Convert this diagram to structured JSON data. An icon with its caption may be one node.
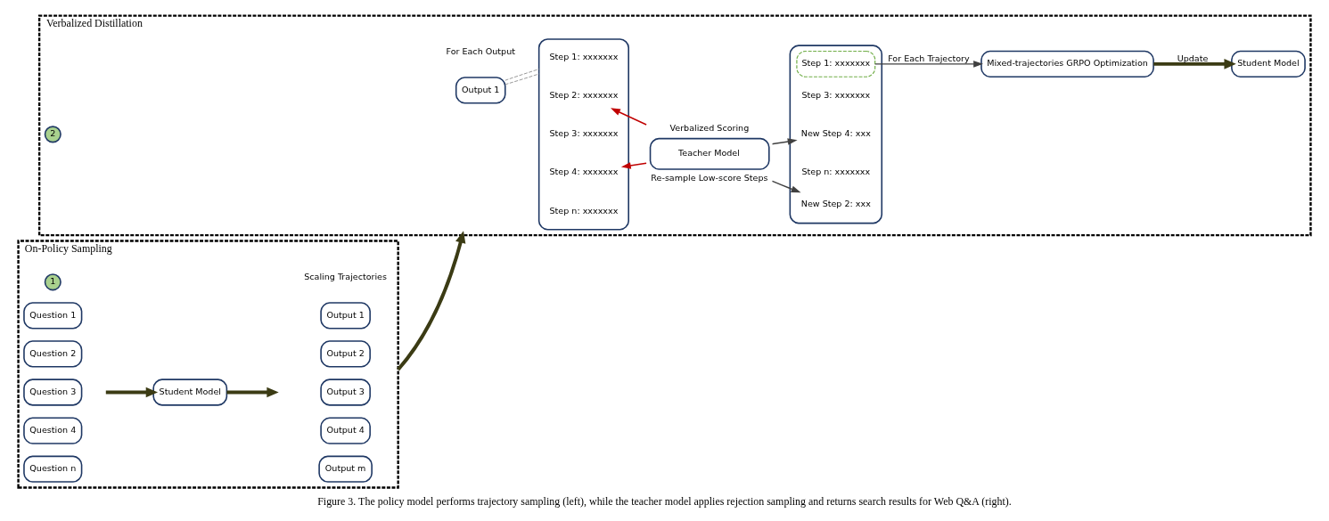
{
  "diagram": {
    "caption": "Figure 3. The policy model performs trajectory sampling (left), while the teacher model applies rejection sampling and returns search results for Web Q&A (right).",
    "nodes": [
      {
        "text": [
          "On-Policy Sampling"
        ]
      },
      {
        "text": [
          "1"
        ],
        "in": 0
      },
      {
        "text": [
          "Question 1"
        ],
        "in": 0
      },
      {
        "text": [
          "Question 2"
        ],
        "in": 0
      },
      {
        "text": [
          "Question 3"
        ],
        "in": 0
      },
      {
        "text": [
          "Question 4"
        ],
        "in": 0
      },
      {
        "text": [
          "Question n"
        ],
        "in": 0
      },
      {
        "text": [
          "Student Model"
        ],
        "in": 0
      },
      {
        "text": [
          "Output 1"
        ],
        "in": 0
      },
      {
        "text": [
          "Output 2"
        ],
        "in": 0
      },
      {
        "text": [
          "Output 3"
        ],
        "in": 0
      },
      {
        "text": [
          "Output 4"
        ],
        "in": 0
      },
      {
        "text": [
          "Output m"
        ],
        "in": 0
      },
      {
        "text": [
          "Verbalized Distillation"
        ]
      },
      {
        "text": [
          "2"
        ],
        "in": 13
      },
      {
        "text": [
          "Output 1"
        ],
        "in": 13
      },
      {
        "text": [],
        "shape": "box",
        "in": 13
      },
      {
        "text": [
          "Step 1: xxxxxxx"
        ],
        "in": 16
      },
      {
        "text": [
          "Step 2: xxxxxxx"
        ],
        "in": 16
      },
      {
        "text": [
          "Step 3: xxxxxxx"
        ],
        "in": 16
      },
      {
        "text": [
          "Step 4: xxxxxxx"
        ],
        "in": 16
      },
      {
        "text": [
          "Step n: xxxxxxx"
        ],
        "in": 16
      },
      {
        "text": [
          "Teacher Model"
        ],
        "beside": [
          "Verbalized Scoring",
          "Re-sample Low-score Steps"
        ],
        "in": 13
      },
      {
        "text": [],
        "shape": "box",
        "in": 13
      },
      {
        "text": [
          "Step 1: xxxxxxx"
        ],
        "in": 23
      },
      {
        "text": [
          "New Step 2: xxx"
        ],
        "in": 23
      },
      {
        "text": [
          "Step 3: xxxxxxx"
        ],
        "in": 23
      },
      {
        "text": [
          "New Step 4: xxx"
        ],
        "in": 23
      },
      {
        "text": [
          "Step n: xxxxxxx"
        ],
        "in": 23
      },
      {
        "text": [
          "Mixed-trajectories GRPO Optimization"
        ],
        "in": 13
      },
      {
        "text": [
          "Student Model"
        ],
        "in": 13
      }
    ],
    "edges": [
      {
        "from": null,
        "to": 7,
        "arrow": "to",
        "style": "thick",
        "color": "#3b3b14"
      },
      {
        "from": 7,
        "to": null,
        "arrow": "to",
        "style": "thick",
        "color": "#3b3b14"
      },
      {
        "from": 0,
        "to": 13,
        "arrow": "to",
        "style": "thick",
        "color": "#3b3b14"
      },
      {
        "from": 15,
        "to": 16,
        "arrow": "none",
        "style": "dashed",
        "color": "#808080"
      },
      {
        "from": 15,
        "to": 16,
        "arrow": "none",
        "style": "dashed",
        "color": "#808080"
      },
      {
        "from": 22,
        "to": 18,
        "arrow": "to",
        "color": "#c00000"
      },
      {
        "from": 22,
        "to": 20,
        "arrow": "to",
        "color": "#c00000"
      },
      {
        "from": 22,
        "to": 25,
        "arrow": "to"
      },
      {
        "from": 22,
        "to": 27,
        "arrow": "to"
      },
      {
        "from": 24,
        "to": 29,
        "arrow": "to",
        "label": "For Each Trajectory"
      },
      {
        "from": 29,
        "to": 30,
        "arrow": "to",
        "label": "Update",
        "style": "thick",
        "color": "#3b3b14"
      }
    ],
    "labels": [
      "Scaling Trajectories",
      "For Each Output"
    ]
  }
}
